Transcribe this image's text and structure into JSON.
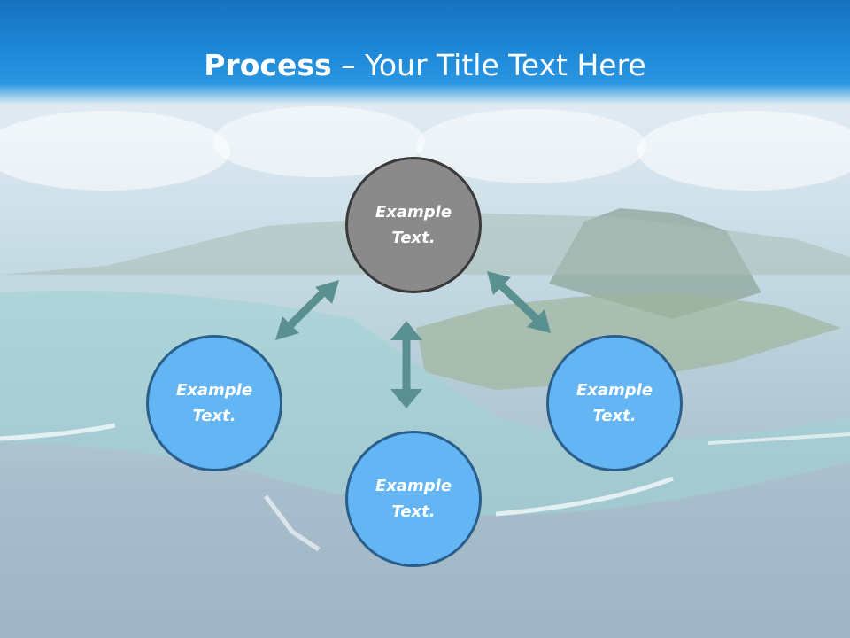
{
  "slide": {
    "title_bold": "Process",
    "title_separator": " – ",
    "title_rest": "Your Title Text Here"
  },
  "nodes": {
    "top": "Example\nText.",
    "left": "Example\nText.",
    "right": "Example\nText.",
    "bottom": "Example\nText."
  },
  "colors": {
    "header": "#1d86d6",
    "node_fill": "#63b5f4",
    "node_border": "#2a5f8c",
    "top_node_fill": "#8a8a8a",
    "arrow": "#5a9090"
  }
}
